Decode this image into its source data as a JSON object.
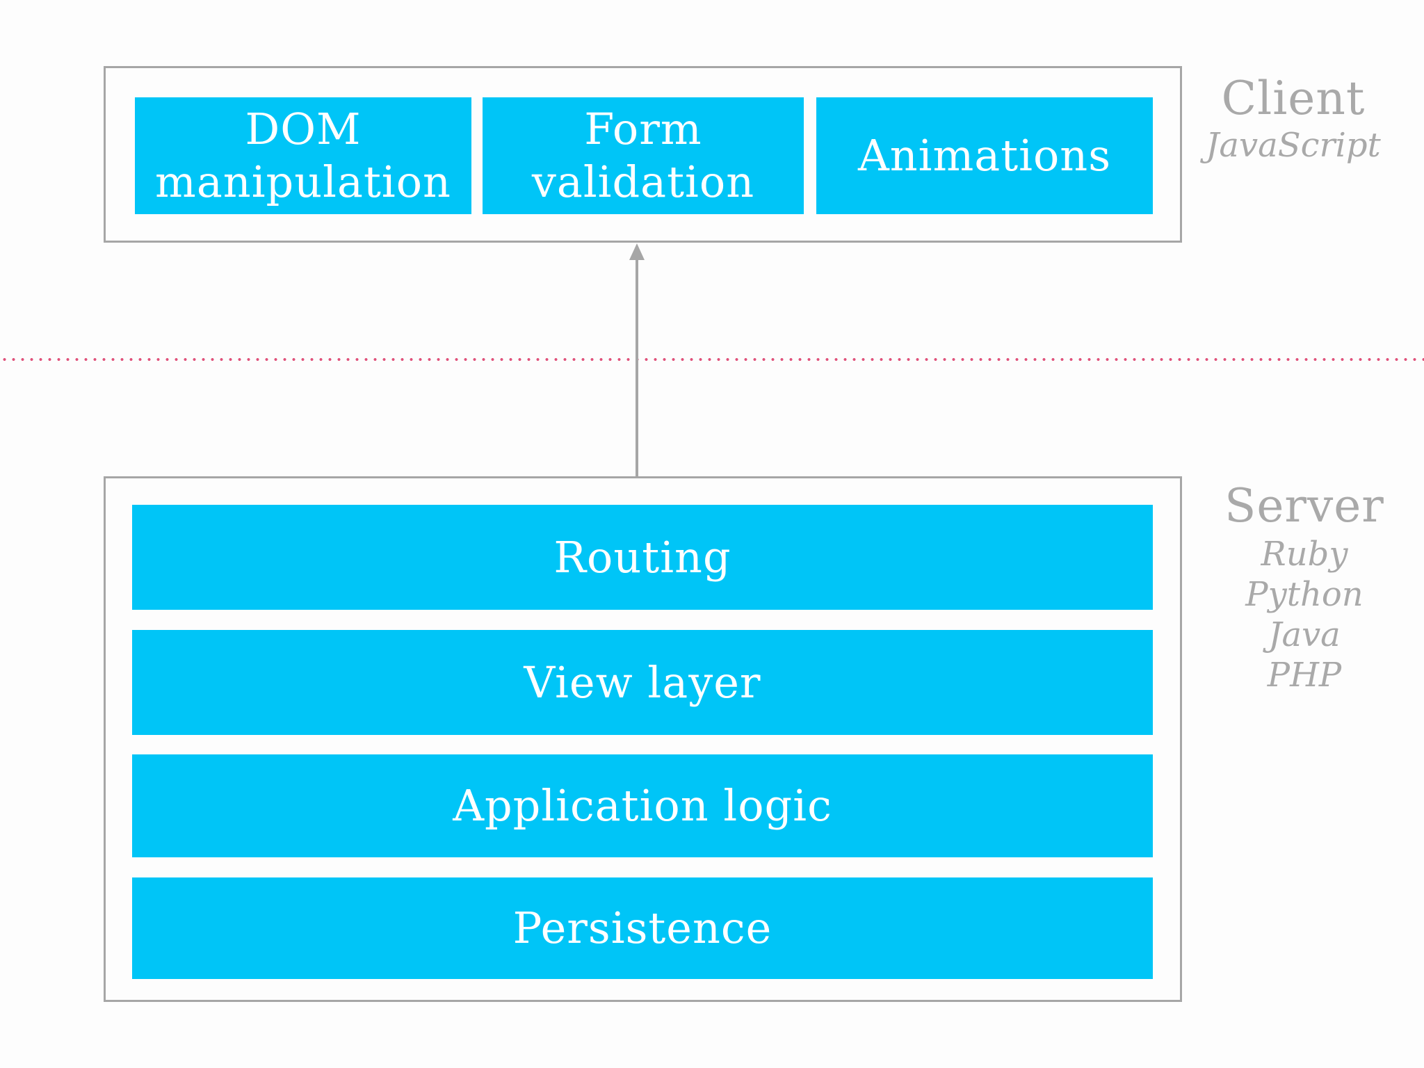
{
  "client": {
    "title": "Client",
    "language": "JavaScript",
    "blocks": [
      {
        "label": "DOM\nmanipulation"
      },
      {
        "label": "Form\nvalidation"
      },
      {
        "label": "Animations"
      }
    ]
  },
  "server": {
    "title": "Server",
    "languages": [
      "Ruby",
      "Python",
      "Java",
      "PHP"
    ],
    "layers": [
      {
        "label": "Routing"
      },
      {
        "label": "View layer"
      },
      {
        "label": "Application logic"
      },
      {
        "label": "Persistence"
      }
    ]
  },
  "colors": {
    "block_fill": "#00c5f7",
    "block_text": "#ffffff",
    "frame_border": "#a6a6a6",
    "side_text": "#a9a9a9",
    "divider": "#e0507a",
    "arrow": "#a6a6a6"
  }
}
